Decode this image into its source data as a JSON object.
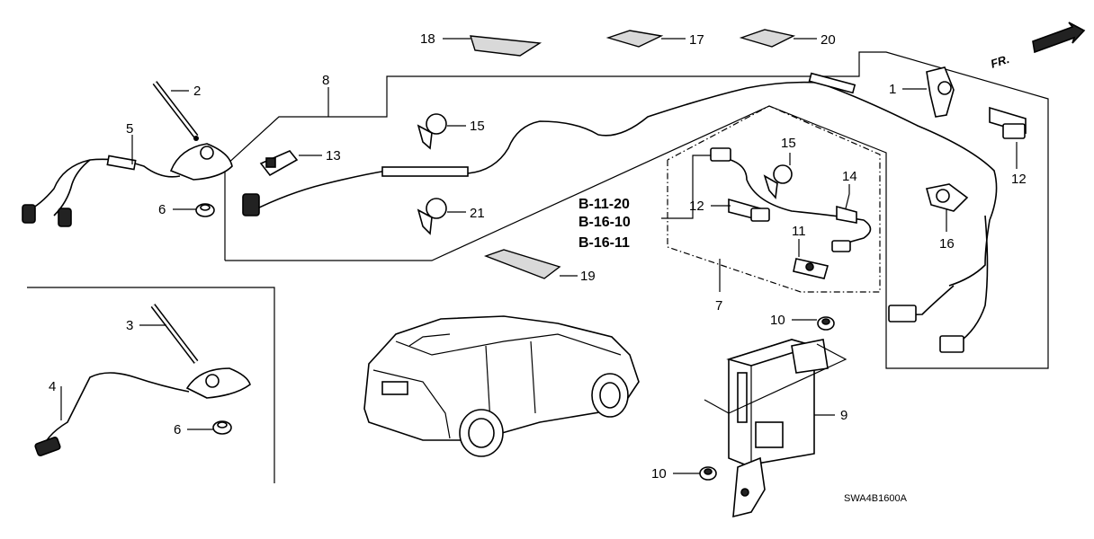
{
  "diagram": {
    "part_numbers": {
      "p1": "1",
      "p2": "2",
      "p3": "3",
      "p4": "4",
      "p5": "5",
      "p6a": "6",
      "p6b": "6",
      "p7": "7",
      "p8": "8",
      "p9": "9",
      "p10a": "10",
      "p10b": "10",
      "p11": "11",
      "p12a": "12",
      "p12b": "12",
      "p13": "13",
      "p14": "14",
      "p15a": "15",
      "p15b": "15",
      "p16": "16",
      "p17": "17",
      "p18": "18",
      "p19": "19",
      "p20": "20",
      "p21": "21"
    },
    "references": [
      "B-11-20",
      "B-16-10",
      "B-16-11"
    ],
    "front_indicator": "FR.",
    "diagram_code": "SWA4B1600A"
  }
}
